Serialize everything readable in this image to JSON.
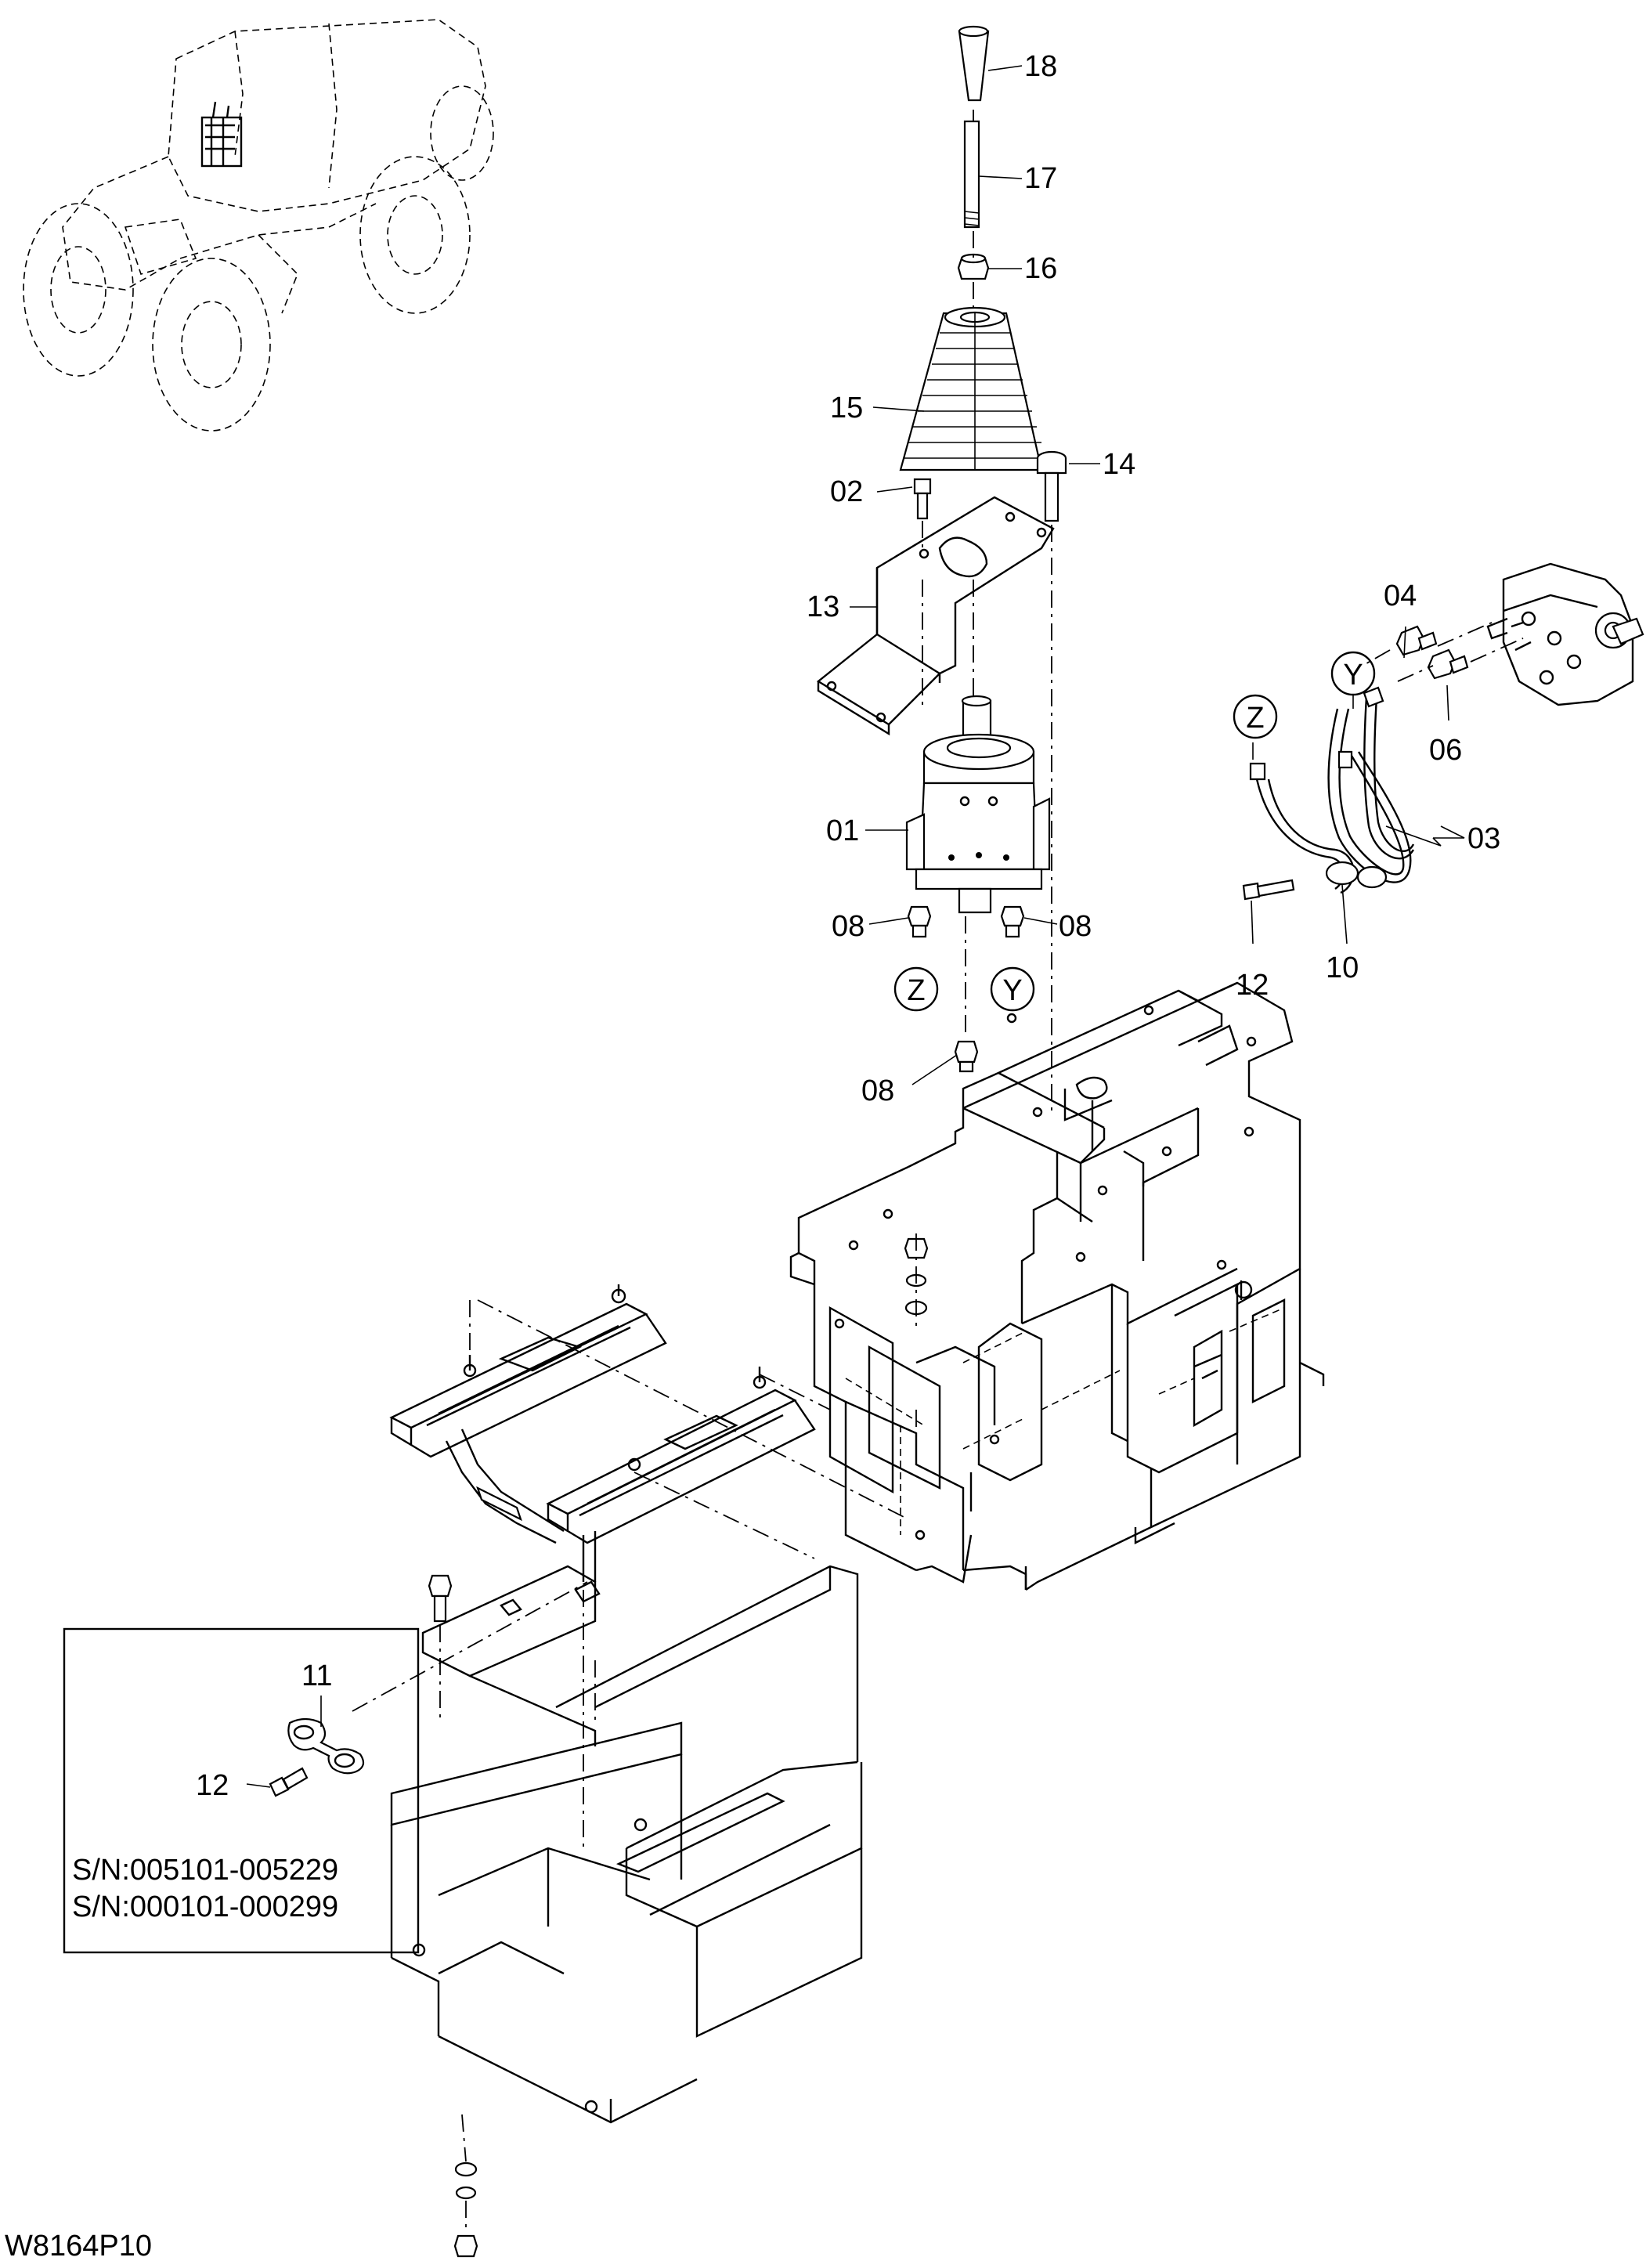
{
  "callouts": {
    "c01": "01",
    "c02": "02",
    "c03": "03",
    "c04": "04",
    "c06": "06",
    "c08a": "08",
    "c08b": "08",
    "c08c": "08",
    "c10": "10",
    "c11": "11",
    "c12a": "12",
    "c12b": "12",
    "c13": "13",
    "c14": "14",
    "c15": "15",
    "c16": "16",
    "c17": "17",
    "c18": "18"
  },
  "connectors": {
    "z_pilot": "Z",
    "y_pilot": "Y",
    "z_hose": "Z",
    "y_hose": "Y"
  },
  "serial_numbers": {
    "line1": "S/N:005101-005229",
    "line2": "S/N:000101-000299"
  },
  "drawing_code": "W8164P10"
}
